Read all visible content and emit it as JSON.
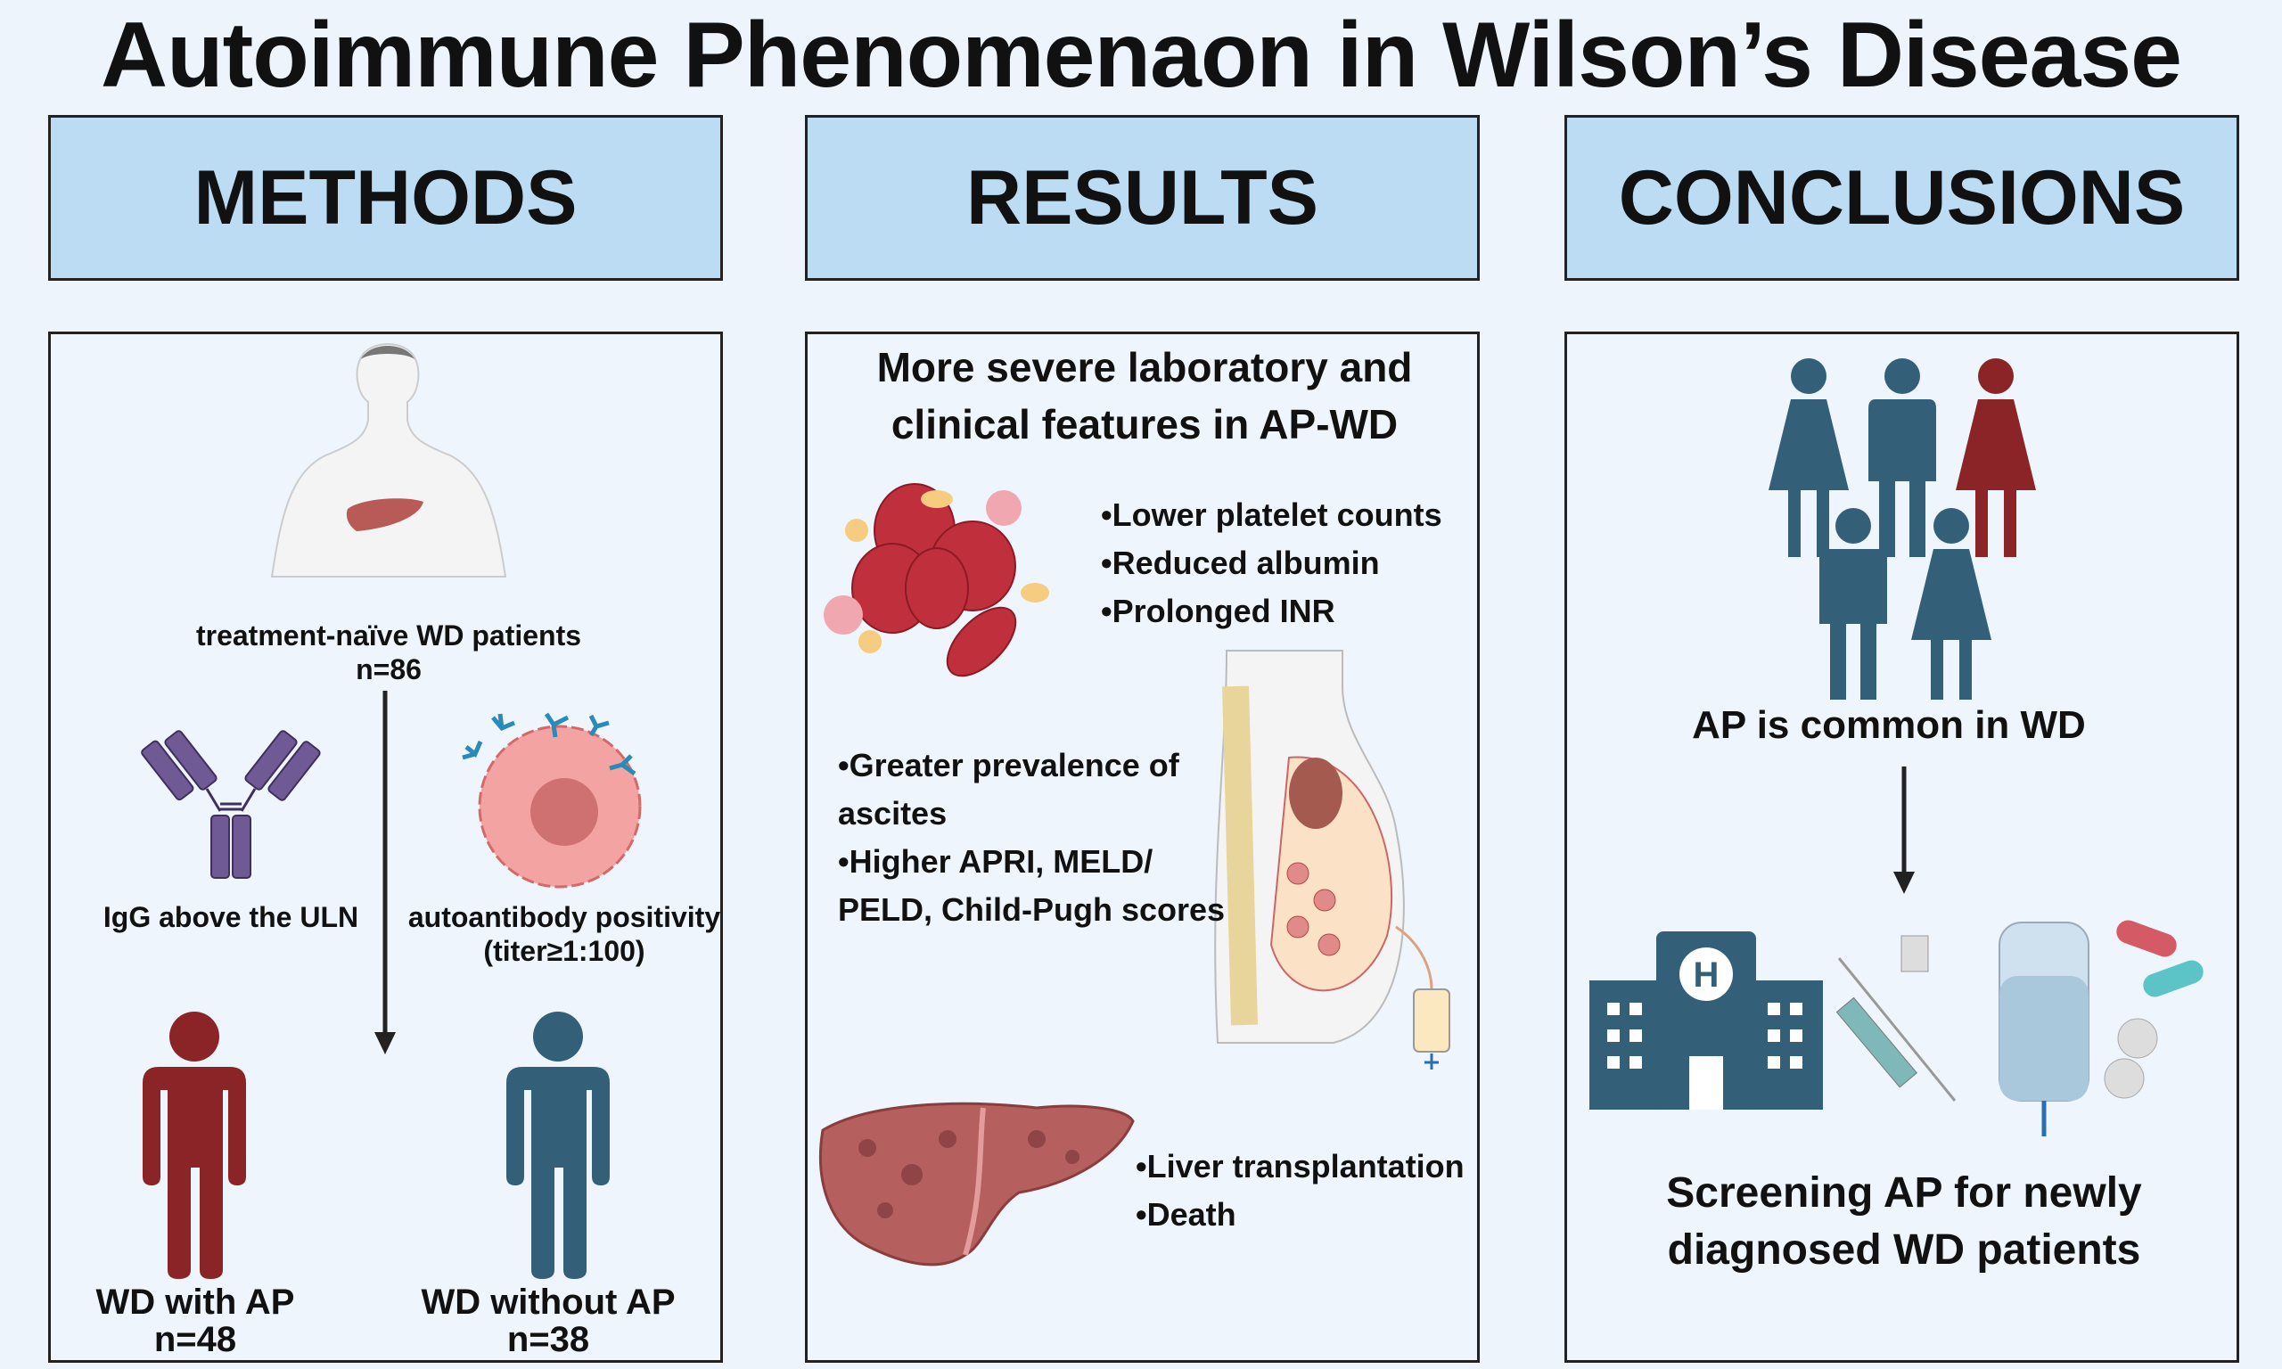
{
  "title": "Autoimmune Phenomenaon in Wilson’s Disease",
  "colors": {
    "header_fill": "#bcdcf3",
    "background": "#edf4fc",
    "ap_red": "#8b2426",
    "non_ap_blue": "#335f78"
  },
  "methods": {
    "header": "METHODS",
    "cohort_label": "treatment-naïve WD patients",
    "cohort_n": "n=86",
    "criterion_igg": "IgG above the ULN",
    "criterion_autoantibody": "autoantibody positivity",
    "criterion_titer": "(titer≥1:100)",
    "group_ap_label": "WD with AP",
    "group_ap_n": "n=48",
    "group_non_ap_label": "WD without AP",
    "group_non_ap_n": "n=38"
  },
  "results": {
    "header": "RESULTS",
    "heading_line1": "More severe laboratory and",
    "heading_line2": "clinical features in AP-WD",
    "lab_bullets": [
      "•Lower platelet counts",
      "•Reduced albumin",
      "•Prolonged INR"
    ],
    "clinical_bullets": [
      "•Greater prevalence of",
      "ascites",
      "•Higher APRI, MELD/",
      "PELD, Child-Pugh scores"
    ],
    "outcome_bullets": [
      "•Liver transplantation",
      "•Death"
    ]
  },
  "conclusions": {
    "header": "CONCLUSIONS",
    "finding": "AP is common in WD",
    "recommendation_line1": "Screening AP for newly",
    "recommendation_line2": "diagnosed WD patients"
  }
}
